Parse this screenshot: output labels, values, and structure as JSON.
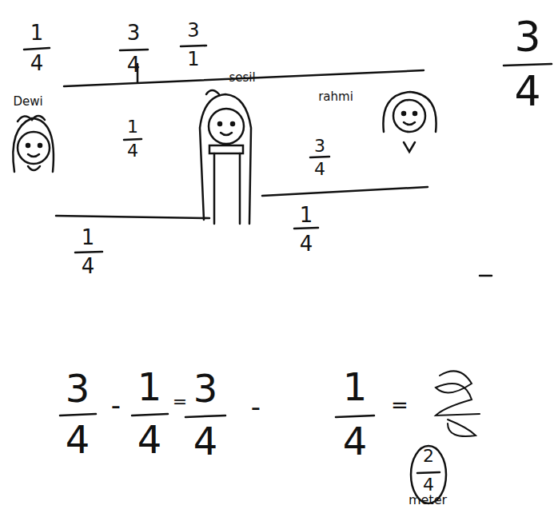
{
  "diagram": {
    "labels": [
      "1",
      "4",
      "3",
      "4",
      "3",
      "1",
      "3",
      "4",
      "Dewi",
      "sesil",
      "rahmi",
      "1",
      "4",
      "3",
      "4",
      "1",
      "4",
      "1",
      "4",
      "3",
      "4",
      "-",
      "1",
      "4",
      "=",
      "3",
      "4",
      "-",
      "1",
      "4",
      "=",
      "2",
      "4",
      "meter"
    ]
  }
}
